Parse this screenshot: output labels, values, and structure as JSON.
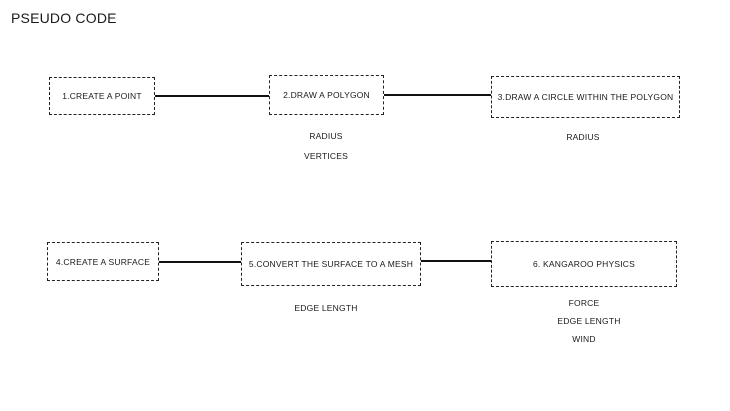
{
  "title": "PSEUDO CODE",
  "steps": [
    {
      "label": "1.CREATE A POINT",
      "params": []
    },
    {
      "label": "2.DRAW A POLYGON",
      "params": [
        "RADIUS",
        "VERTICES"
      ]
    },
    {
      "label": "3.DRAW A CIRCLE WITHIN THE POLYGON",
      "params": [
        "RADIUS"
      ]
    },
    {
      "label": "4.CREATE A SURFACE",
      "params": []
    },
    {
      "label": "5.CONVERT THE SURFACE TO A MESH",
      "params": [
        "EDGE LENGTH"
      ]
    },
    {
      "label": "6. KANGAROO PHYSICS",
      "params": [
        "FORCE",
        "EDGE LENGTH",
        "WIND"
      ]
    }
  ]
}
